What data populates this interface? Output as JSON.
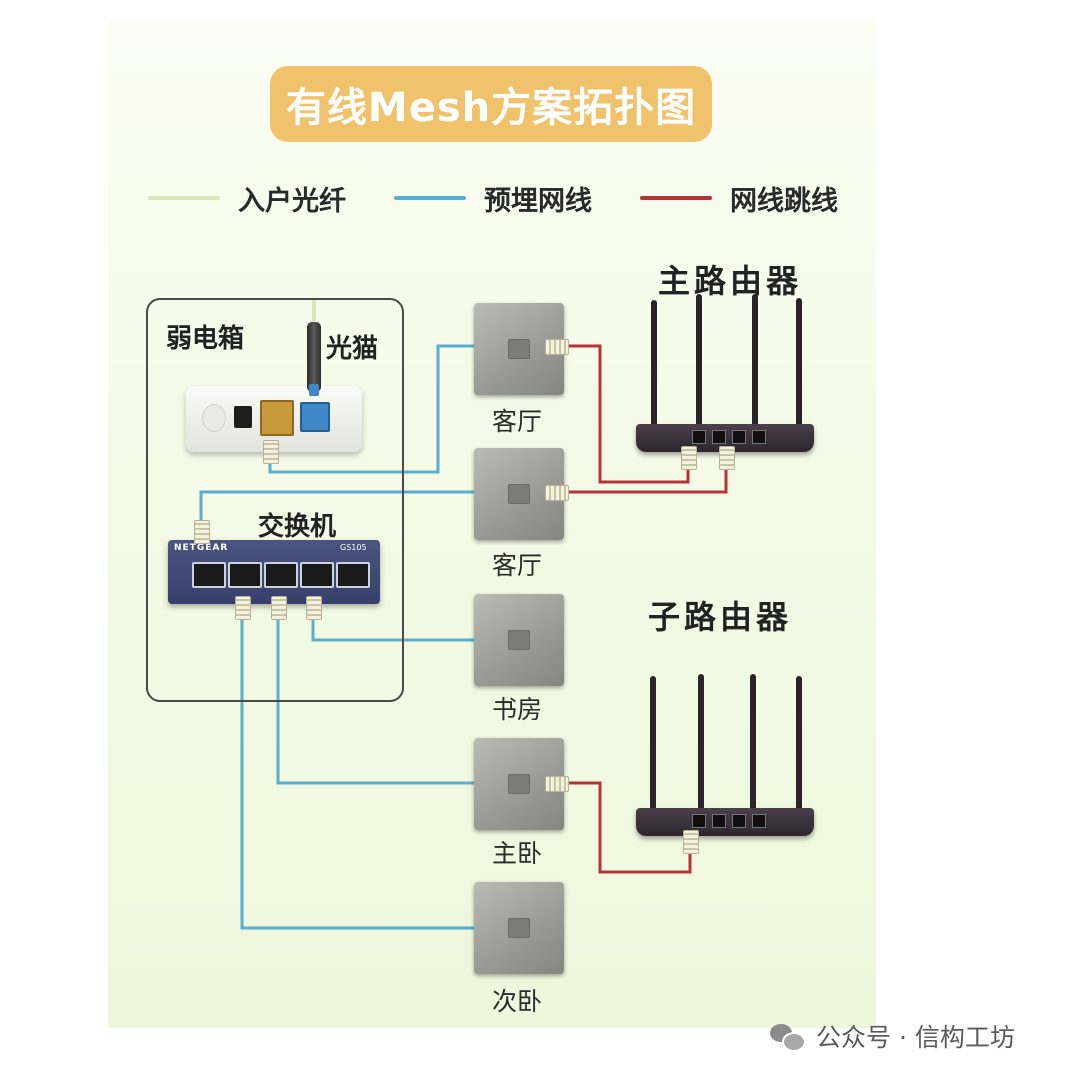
{
  "title": "有线Mesh方案拓扑图",
  "legend": [
    {
      "label": "入户光纤",
      "color": "#dfe6b8"
    },
    {
      "label": "预埋网线",
      "color": "#5aaed0"
    },
    {
      "label": "网线跳线",
      "color": "#b8323a"
    }
  ],
  "cabinet": {
    "label": "弱电箱",
    "modem_label": "光猫",
    "switch_label": "交换机",
    "switch_brand": "NETGEAR",
    "switch_model": "GS105"
  },
  "rooms": [
    "客厅",
    "客厅",
    "书房",
    "主卧",
    "次卧"
  ],
  "main_router_label": "主路由器",
  "sub_router_label": "子路由器",
  "watermark": "公众号 · 信构工坊"
}
